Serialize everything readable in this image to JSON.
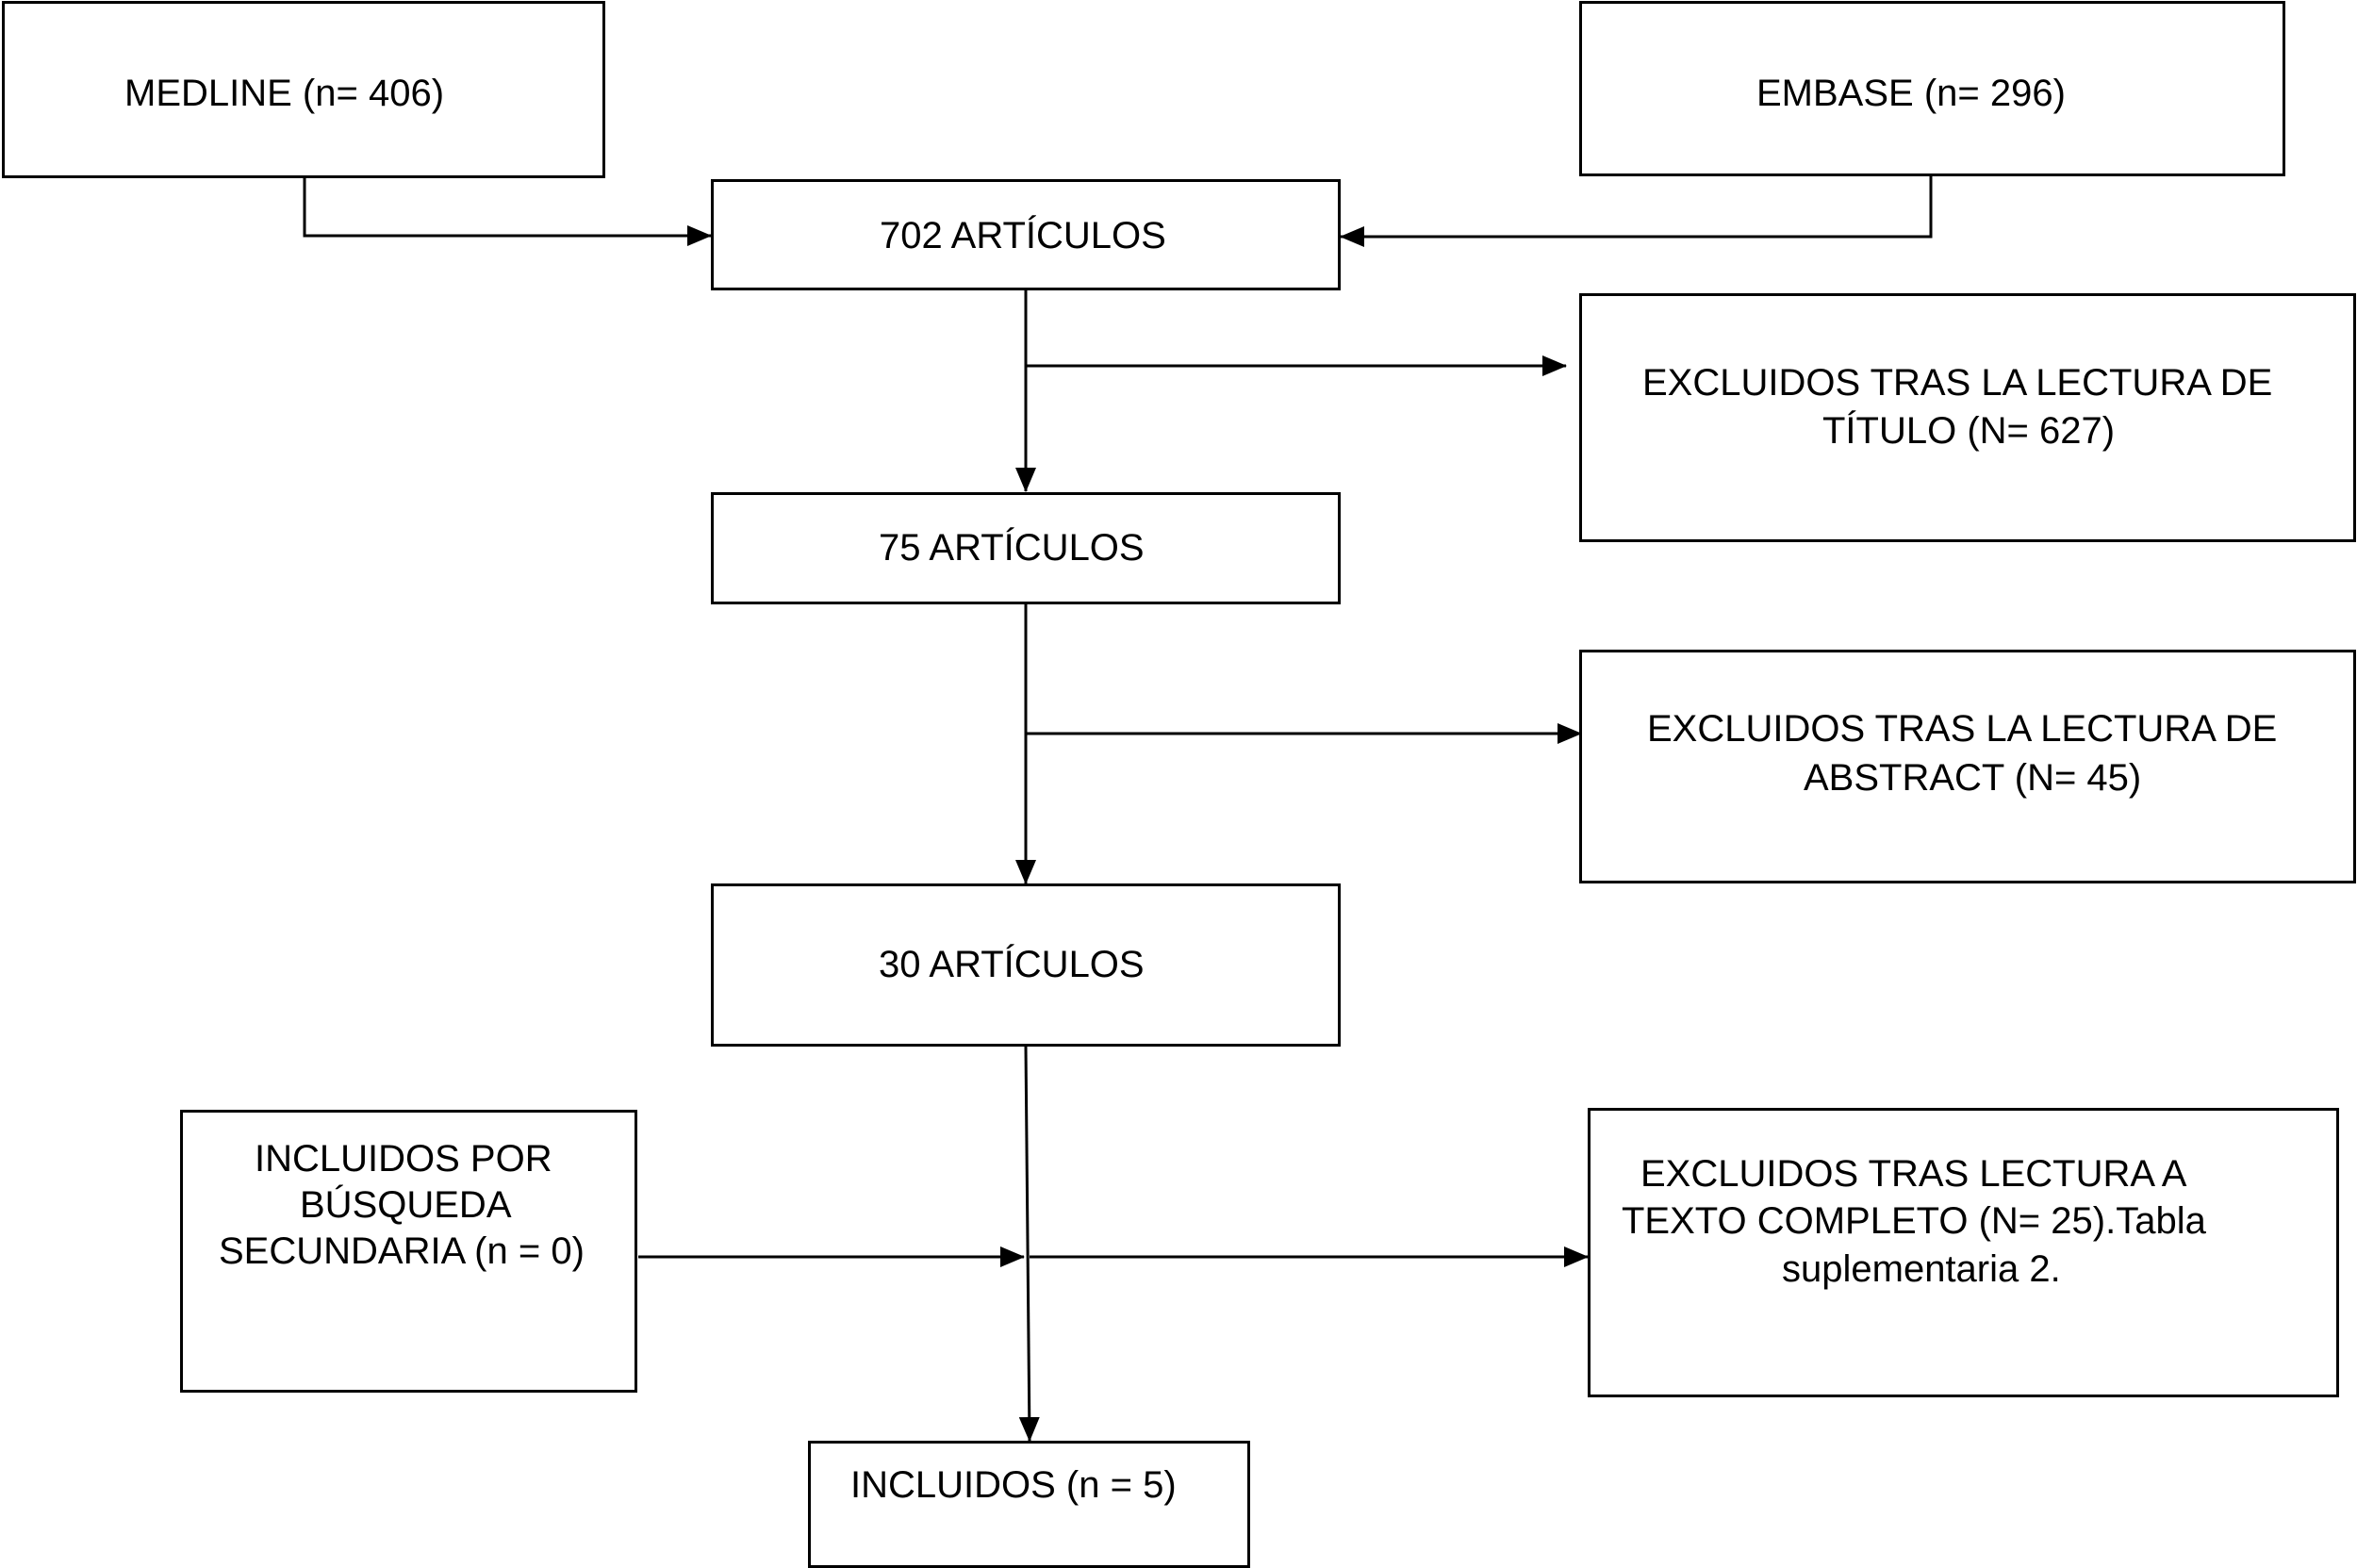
{
  "boxes": {
    "medline": {
      "label": "MEDLINE (n= 406)"
    },
    "embase": {
      "label": "EMBASE (n= 296)"
    },
    "articles_702": {
      "label": "702 ARTÍCULOS"
    },
    "excluded_title": {
      "line1": "EXCLUIDOS TRAS LA LECTURA DE",
      "line2": "TÍTULO (N= 627)"
    },
    "articles_75": {
      "label": "75 ARTÍCULOS"
    },
    "excluded_abstract": {
      "line1": "EXCLUIDOS TRAS LA LECTURA DE",
      "line2": "ABSTRACT (N= 45)"
    },
    "articles_30": {
      "label": "30 ARTÍCULOS"
    },
    "secondary_search": {
      "line1": "INCLUIDOS POR",
      "line2": "BÚSQUEDA",
      "line3": "SECUNDARIA (n = 0)"
    },
    "excluded_fulltext": {
      "line1": "EXCLUIDOS TRAS LECTURA A",
      "line2": "TEXTO COMPLETO (N= 25).Tabla",
      "line3": "suplementaria 2."
    },
    "included": {
      "label": "INCLUIDOS (n = 5)"
    }
  },
  "colors": {
    "stroke": "#000000",
    "background": "#ffffff"
  }
}
